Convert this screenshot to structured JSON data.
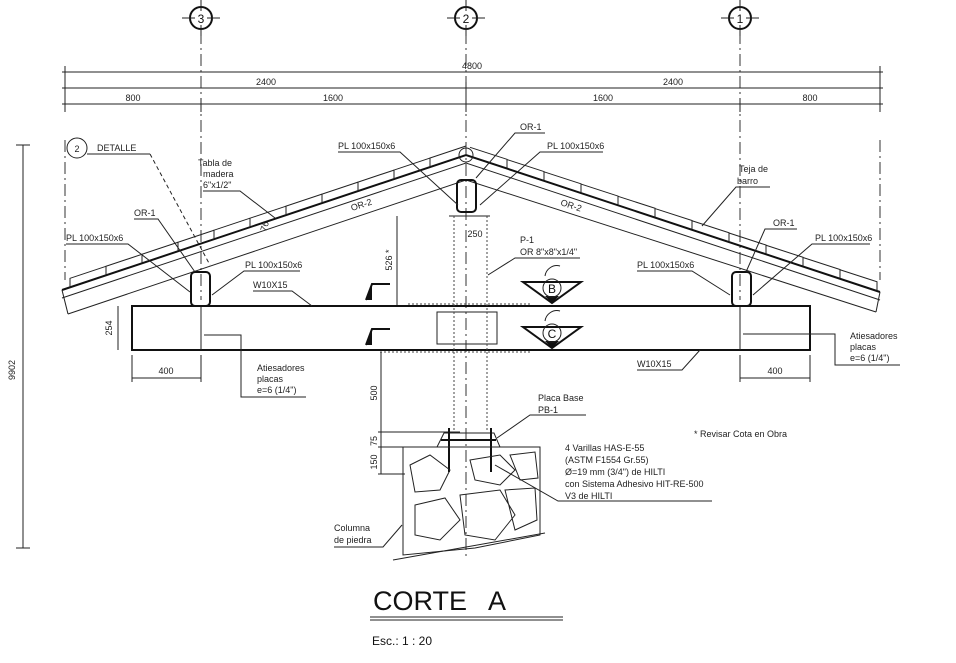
{
  "grid_axes": [
    "3",
    "2",
    "1"
  ],
  "dimensions": {
    "total": "4800",
    "halves": [
      "2400",
      "2400"
    ],
    "segments": [
      "800",
      "1600",
      "1600",
      "800"
    ],
    "overall_height": "9902",
    "beam_depth": "254",
    "left_stiffener_offset": "400",
    "right_stiffener_offset": "400",
    "column_cap": "250",
    "column_height_above": "526 *",
    "column_height_below": "500",
    "base_plate": "75",
    "embed": "150",
    "roof_thickness": "76"
  },
  "labels": {
    "detail_number": "2",
    "detail": "DETALLE",
    "tabla_line1": "Tabla de",
    "tabla_line2": "madera",
    "tabla_line3": "6\"x1/2\"",
    "teja_line1": "Teja de",
    "teja_line2": "barro",
    "or1_left": "OR-1",
    "or1_center": "OR-1",
    "or1_right": "OR-1",
    "or2_left": "OR-2",
    "or2_right": "OR-2",
    "plate_left_outer": "PL 100x150x6",
    "plate_left_inner": "PL 100x150x6",
    "plate_ridge_left": "PL 100x150x6",
    "plate_ridge_right": "PL 100x150x6",
    "plate_right_inner": "PL 100x150x6",
    "plate_right_outer": "PL 100x150x6",
    "beam_top": "W10X15",
    "beam_bottom": "W10X15",
    "column_line1": "P-1",
    "column_line2": "OR 8\"x8\"x1/4\"",
    "section_b": "B",
    "section_c": "C",
    "stiff_left_1": "Atiesadores",
    "stiff_left_2": "placas",
    "stiff_left_3": "e=6 (1/4\")",
    "stiff_right_1": "Atiesadores",
    "stiff_right_2": "placas",
    "stiff_right_3": "e=6 (1/4\")",
    "base_line1": "Placa Base",
    "base_line2": "PB-1",
    "note": "* Revisar Cota en Obra",
    "anchors": [
      "4 Varillas HAS-E-55",
      "(ASTM F1554 Gr.55)",
      "Ø=19 mm (3/4\") de HILTI",
      "con Sistema Adhesivo HIT-RE-500",
      "V3 de HILTI"
    ],
    "stone_line1": "Columna",
    "stone_line2": "de piedra"
  },
  "title": {
    "name": "CORTE   A",
    "scale": "Esc.: 1 : 20"
  }
}
